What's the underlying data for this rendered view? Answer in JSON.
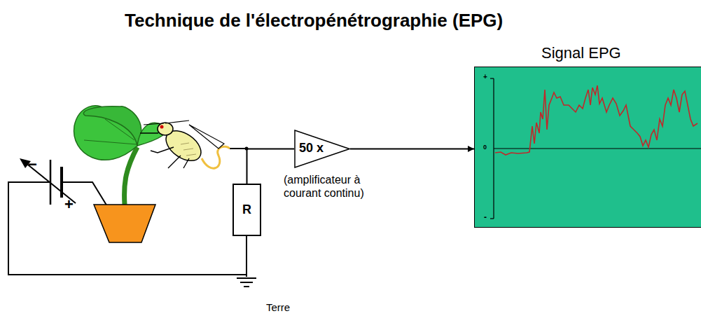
{
  "diagram": {
    "title": "Technique de l'électropénétrographie (EPG)",
    "nodes": [
      {
        "text": [
          "R"
        ]
      },
      {
        "text": [
          "50 x"
        ]
      },
      {
        "text": [
          "Signal EPG"
        ]
      }
    ],
    "edges": [
      {
        "from": 0,
        "to": 1,
        "arrow": "none"
      },
      {
        "from": 1,
        "to": 2,
        "arrow": "to"
      }
    ],
    "labels": [
      "(amplificateur à courant continu)",
      "Terre",
      "−",
      "+",
      "+",
      "0",
      "-"
    ]
  }
}
